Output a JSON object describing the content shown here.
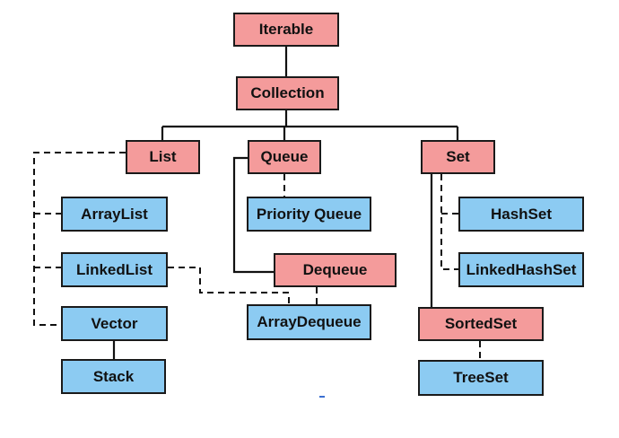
{
  "diagram": {
    "colors": {
      "interface": "#f49b9b",
      "class": "#8ccbf2",
      "line": "#111111"
    },
    "nodes": {
      "iterable": "Iterable",
      "collection": "Collection",
      "list": "List",
      "queue": "Queue",
      "set": "Set",
      "arraylist": "ArrayList",
      "linkedlist": "LinkedList",
      "vector": "Vector",
      "stack": "Stack",
      "priority_queue": "Priority Queue",
      "dequeue": "Dequeue",
      "arraydequeue": "ArrayDequeue",
      "hashset": "HashSet",
      "linkedhashset": "LinkedHashSet",
      "sortedset": "SortedSet",
      "treeset": "TreeSet"
    },
    "edges": [
      {
        "from": "Iterable",
        "to": "Collection",
        "style": "solid"
      },
      {
        "from": "Collection",
        "to": "List",
        "style": "solid"
      },
      {
        "from": "Collection",
        "to": "Queue",
        "style": "solid"
      },
      {
        "from": "Collection",
        "to": "Set",
        "style": "solid"
      },
      {
        "from": "List",
        "to": "ArrayList",
        "style": "dashed"
      },
      {
        "from": "List",
        "to": "LinkedList",
        "style": "dashed"
      },
      {
        "from": "List",
        "to": "Vector",
        "style": "dashed"
      },
      {
        "from": "Vector",
        "to": "Stack",
        "style": "solid"
      },
      {
        "from": "Queue",
        "to": "Priority Queue",
        "style": "dashed"
      },
      {
        "from": "Queue",
        "to": "Dequeue",
        "style": "solid"
      },
      {
        "from": "Dequeue",
        "to": "ArrayDequeue",
        "style": "dashed"
      },
      {
        "from": "LinkedList",
        "to": "ArrayDequeue",
        "style": "dashed"
      },
      {
        "from": "Set",
        "to": "HashSet",
        "style": "dashed"
      },
      {
        "from": "Set",
        "to": "LinkedHashSet",
        "style": "dashed"
      },
      {
        "from": "Set",
        "to": "SortedSet",
        "style": "solid"
      },
      {
        "from": "SortedSet",
        "to": "TreeSet",
        "style": "dashed"
      }
    ]
  }
}
